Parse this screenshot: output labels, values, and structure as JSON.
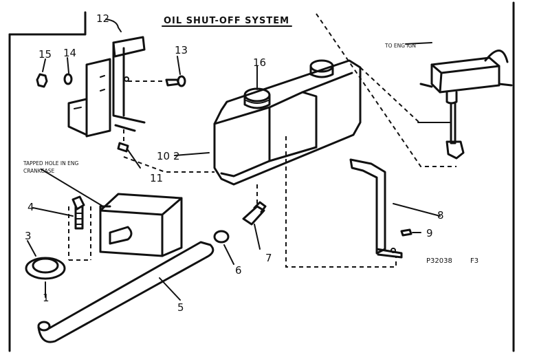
{
  "title": "OIL SHUT-OFF SYSTEM",
  "notes": {
    "to_eng_ign": "TO ENG IGN",
    "tapped_hole_line1": "TAPPED HOLE IN ENG",
    "tapped_hole_line2": "CRANKCASE"
  },
  "part_labels": {
    "p1": "1",
    "p2": "2",
    "p3": "3",
    "p4": "4",
    "p5": "5",
    "p6": "6",
    "p7": "7",
    "p8": "8",
    "p9": "9",
    "p10": "10",
    "p11": "11",
    "p12": "12",
    "p13": "13",
    "p14": "14",
    "p15": "15",
    "p16": "16"
  },
  "figure_id": "P32038",
  "figure_code": "F3"
}
